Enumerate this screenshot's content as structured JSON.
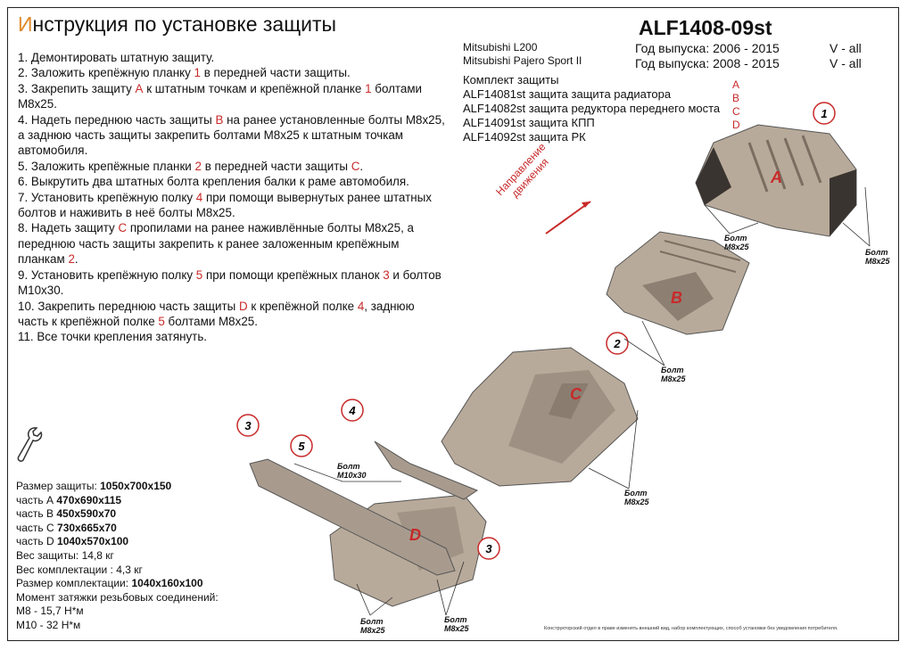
{
  "title": {
    "first": "И",
    "rest": "нструкция по установке защиты"
  },
  "model": "ALF1408-09st",
  "cars": [
    "Mitsubishi L200",
    "Mitsubishi Pajero Sport II"
  ],
  "years": [
    {
      "text": "Год выпуска: 2006 - 2015",
      "variant": "V - all"
    },
    {
      "text": "Год выпуска: 2008 - 2015",
      "variant": "V - all"
    }
  ],
  "kit": {
    "heading": "Комплект защиты",
    "items": [
      {
        "text": "ALF14081st защита защита радиатора",
        "letter": "A"
      },
      {
        "text": "ALF14082st защита редуктора переднего моста",
        "letter": "B"
      },
      {
        "text": "ALF14091st защита КПП",
        "letter": "C"
      },
      {
        "text": "ALF14092st защита РК",
        "letter": "D"
      }
    ]
  },
  "steps": [
    {
      "parts": [
        "1. Демонтировать штатную защиту."
      ]
    },
    {
      "parts": [
        "2. Заложить крепёжную планку ",
        "1",
        " в передней части защиты."
      ]
    },
    {
      "parts": [
        "3. Закрепить защиту ",
        "А",
        " к штатным точкам и крепёжной планке ",
        "1",
        " болтами М8х25."
      ]
    },
    {
      "parts": [
        "4. Надеть переднюю часть защиты ",
        "В",
        " на ранее установленные болты М8х25, а заднюю часть защиты закрепить болтами М8х25 к штатным точкам автомобиля."
      ]
    },
    {
      "parts": [
        "5. Заложить крепёжные планки ",
        "2",
        " в передней части защиты ",
        "С",
        "."
      ]
    },
    {
      "parts": [
        "6. Выкрутить два штатных болта крепления балки к раме автомобиля."
      ]
    },
    {
      "parts": [
        "7. Установить крепёжную полку ",
        "4",
        " при помощи вывернутых ранее штатных болтов и наживить в неё болты М8х25."
      ]
    },
    {
      "parts": [
        "8. Надеть защиту ",
        "С",
        " пропилами на ранее наживлённые болты М8х25, а переднюю часть защиты закрепить к ранее заложенным крепёжным планкам ",
        "2",
        "."
      ]
    },
    {
      "parts": [
        "9. Установить крепёжную полку ",
        "5",
        " при помощи крепёжных планок ",
        "3",
        " и болтов М10х30."
      ]
    },
    {
      "parts": [
        "10. Закрепить переднюю часть защиты ",
        "D",
        " к крепёжной полке ",
        "4",
        ", заднюю часть к крепёжной полке ",
        "5",
        " болтами М8х25."
      ]
    },
    {
      "parts": [
        "11. Все точки крепления затянуть."
      ]
    }
  ],
  "specs": [
    {
      "label": "Размер защиты: ",
      "value": "1050х700х150"
    },
    {
      "label": "часть А ",
      "value": "470х690х115"
    },
    {
      "label": "часть В ",
      "value": "450х590х70"
    },
    {
      "label": "часть С ",
      "value": "730х665х70"
    },
    {
      "label": "часть D ",
      "value": "1040х570х100"
    },
    {
      "label": "Вес защиты: ",
      "value": "14,8 кг",
      "plain": true
    },
    {
      "label": "Вес комплектации : ",
      "value": "4,3 кг",
      "plain": true
    },
    {
      "label": "Размер комплектации: ",
      "value": "1040х160х100"
    },
    {
      "label": "Момент затяжки резьбовых соединений:",
      "value": "",
      "plain": true
    },
    {
      "label": "М8 - 15,7 Н*м",
      "value": "",
      "plain": true
    },
    {
      "label": "М10 - 32 Н*м",
      "value": "",
      "plain": true
    }
  ],
  "direction": [
    "Направление",
    "движения"
  ],
  "bolt_labels": [
    {
      "bolt": "Болт",
      "size": "М8х25"
    },
    {
      "bolt": "Болт",
      "size": "М8х25"
    },
    {
      "bolt": "Болт",
      "size": "М8х25"
    },
    {
      "bolt": "Болт",
      "size": "М8х25"
    },
    {
      "bolt": "Болт",
      "size": "М10х30"
    },
    {
      "bolt": "Болт",
      "size": "М8х25"
    },
    {
      "bolt": "Болт",
      "size": "М8х25"
    }
  ],
  "part_letters": [
    "A",
    "B",
    "C",
    "D"
  ],
  "callouts": [
    "1",
    "2",
    "3",
    "4",
    "5",
    "3"
  ],
  "disclaimer": "Конструкторский отдел в праве изменять внешний вид, набор комплектующих, способ установки без уведомления потребителя.",
  "colors": {
    "accent_red": "#c82a2a",
    "title_orange": "#e08a2a",
    "plate_fill": "#b8aa9a"
  }
}
